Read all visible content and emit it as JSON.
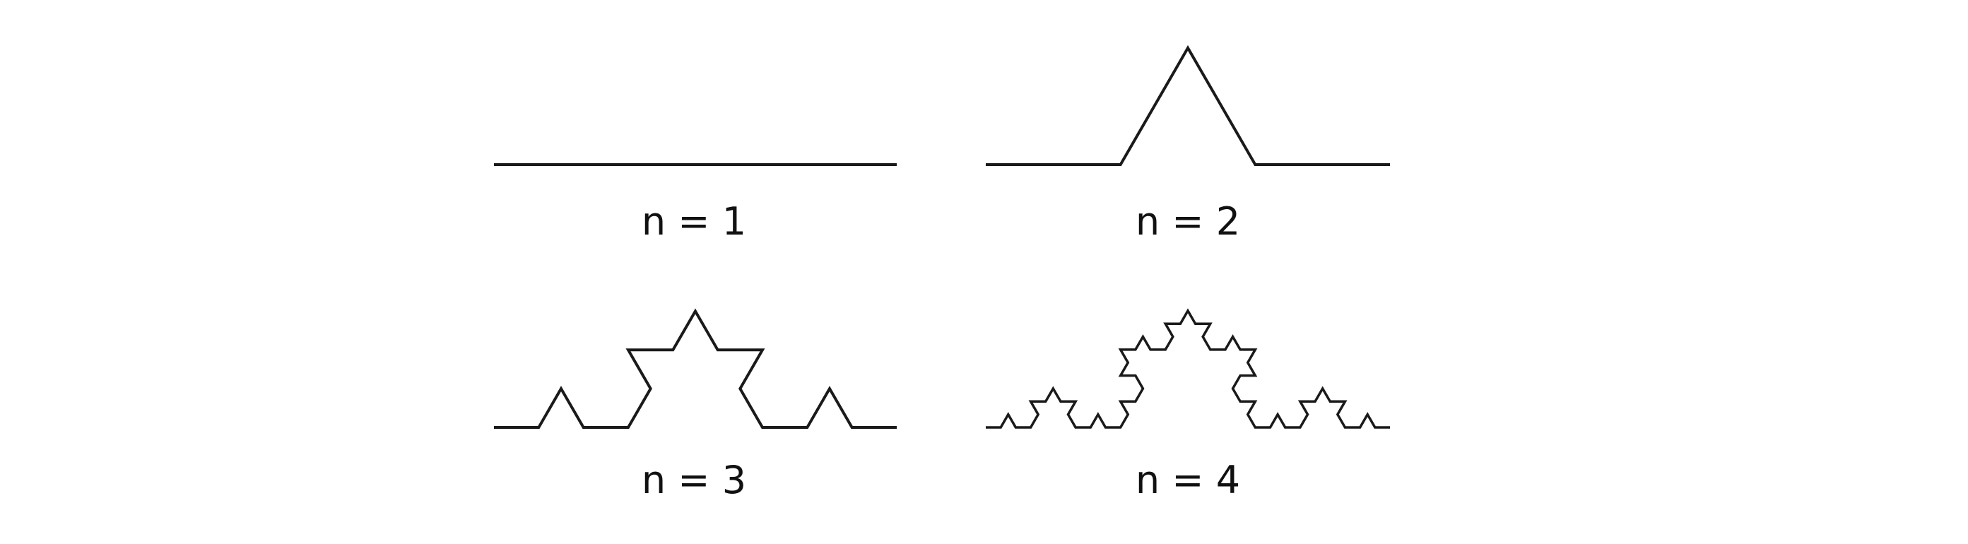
{
  "panels": [
    {
      "label": "n = 1",
      "iteration": 1
    },
    {
      "label": "n = 2",
      "iteration": 2
    },
    {
      "label": "n = 3",
      "iteration": 3
    },
    {
      "label": "n = 4",
      "iteration": 4
    }
  ],
  "colors": {
    "stroke": "#1a1a1a",
    "text": "#111111",
    "background": "#ffffff"
  }
}
